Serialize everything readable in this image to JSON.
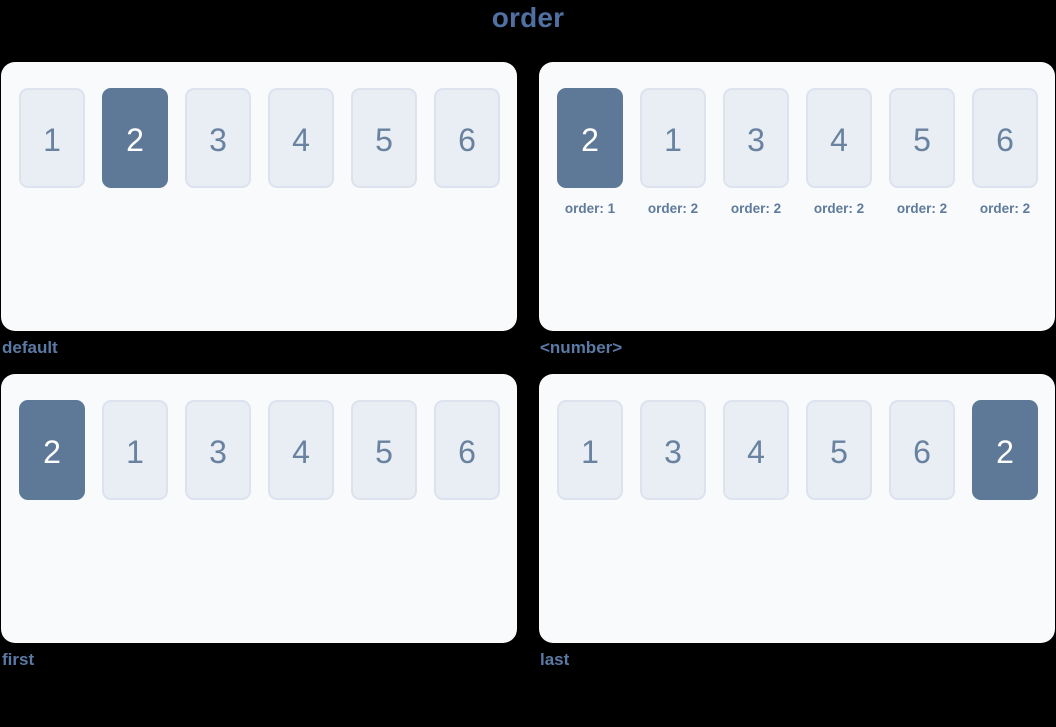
{
  "title": "order",
  "colors": {
    "background": "#000000",
    "panel_bg": "#f8fafc",
    "item_bg": "#e9edf4",
    "item_border": "#dce3ee",
    "item_text": "#68829f",
    "highlight_bg": "#5e7998",
    "highlight_text": "#ffffff",
    "title_text": "#4f70a0",
    "caption_text": "#5a79a4",
    "order_label_text": "#5f7a9b"
  },
  "panels": [
    {
      "label": "default",
      "items": [
        {
          "value": "1",
          "highlighted": false
        },
        {
          "value": "2",
          "highlighted": true
        },
        {
          "value": "3",
          "highlighted": false
        },
        {
          "value": "4",
          "highlighted": false
        },
        {
          "value": "5",
          "highlighted": false
        },
        {
          "value": "6",
          "highlighted": false
        }
      ]
    },
    {
      "label": "<number>",
      "items": [
        {
          "value": "2",
          "highlighted": true,
          "order_label": "order: 1"
        },
        {
          "value": "1",
          "highlighted": false,
          "order_label": "order: 2"
        },
        {
          "value": "3",
          "highlighted": false,
          "order_label": "order: 2"
        },
        {
          "value": "4",
          "highlighted": false,
          "order_label": "order: 2"
        },
        {
          "value": "5",
          "highlighted": false,
          "order_label": "order: 2"
        },
        {
          "value": "6",
          "highlighted": false,
          "order_label": "order: 2"
        }
      ]
    },
    {
      "label": "first",
      "items": [
        {
          "value": "2",
          "highlighted": true
        },
        {
          "value": "1",
          "highlighted": false
        },
        {
          "value": "3",
          "highlighted": false
        },
        {
          "value": "4",
          "highlighted": false
        },
        {
          "value": "5",
          "highlighted": false
        },
        {
          "value": "6",
          "highlighted": false
        }
      ]
    },
    {
      "label": "last",
      "items": [
        {
          "value": "1",
          "highlighted": false
        },
        {
          "value": "3",
          "highlighted": false
        },
        {
          "value": "4",
          "highlighted": false
        },
        {
          "value": "5",
          "highlighted": false
        },
        {
          "value": "6",
          "highlighted": false
        },
        {
          "value": "2",
          "highlighted": true
        }
      ]
    }
  ]
}
